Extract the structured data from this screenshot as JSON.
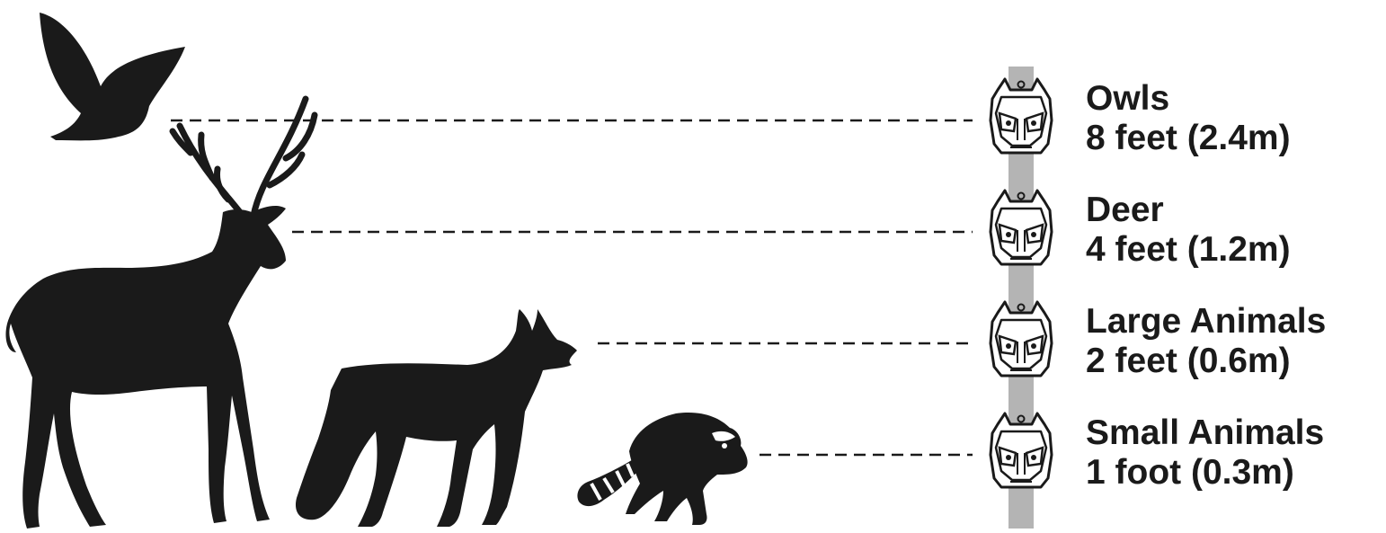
{
  "rows": [
    {
      "animal": "Owls",
      "height": "8 feet (2.4m)",
      "icon": "owl-silhouette-icon"
    },
    {
      "animal": "Deer",
      "height": "4 feet (1.2m)",
      "icon": "deer-silhouette-icon"
    },
    {
      "animal": "Large Animals",
      "height": "2 feet (0.6m)",
      "icon": "wolf-silhouette-icon"
    },
    {
      "animal": "Small Animals",
      "height": "1 foot (0.3m)",
      "icon": "raccoon-silhouette-icon"
    }
  ],
  "device_icon": "repeller-device-icon",
  "colors": {
    "silhouette": "#1a1a1a",
    "pole": "#b4b4b4",
    "text": "#1a1a1a"
  }
}
